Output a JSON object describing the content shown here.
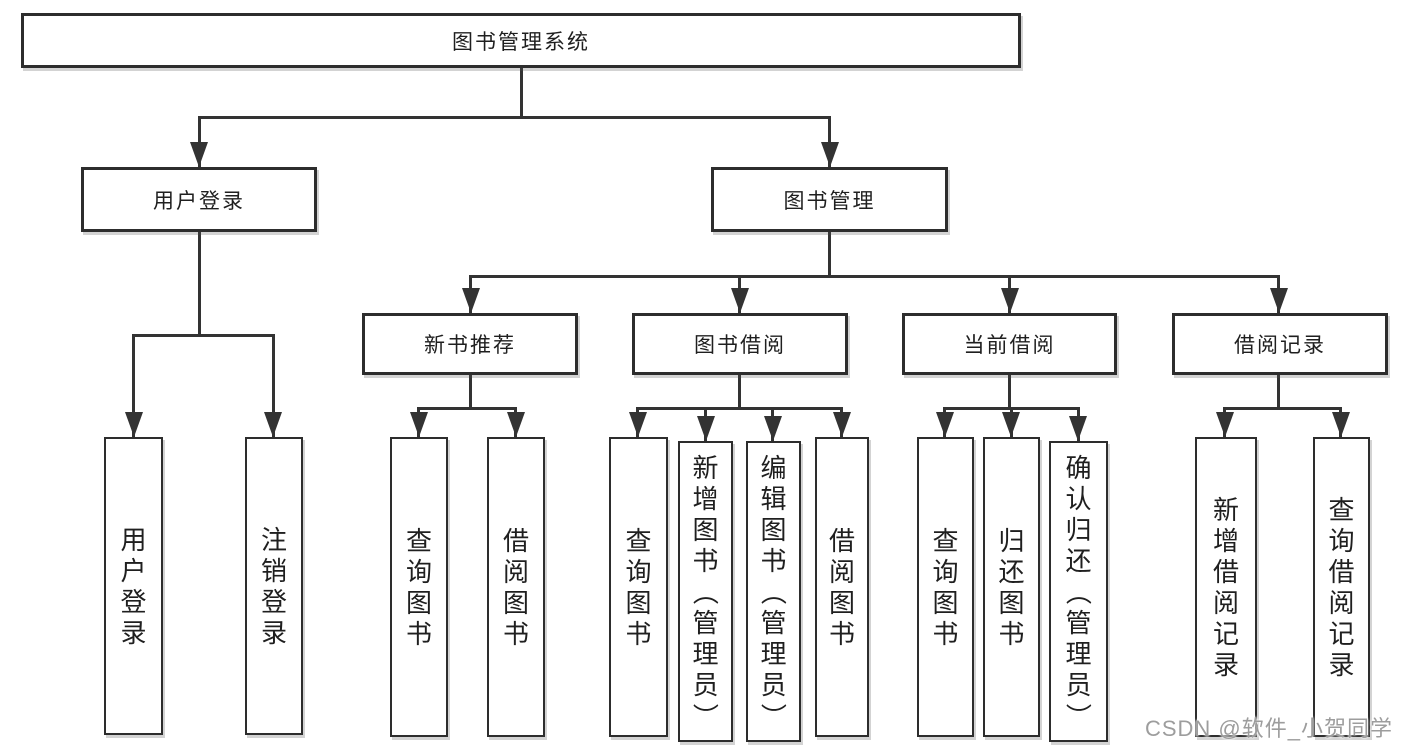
{
  "diagram_title": "图书管理系统",
  "watermark": {
    "text": "CSDN @软件_小贺同学"
  },
  "colors": {
    "line": "#333333",
    "box_border": "#2d2d2d",
    "text": "#1f1f1f",
    "background": "#ffffff",
    "watermark": "#9d9d9d"
  },
  "nodes": {
    "root": {
      "label": "图书管理系统"
    },
    "user_login": {
      "label": "用户登录"
    },
    "book_mgmt": {
      "label": "图书管理"
    },
    "new_book_rec": {
      "label": "新书推荐"
    },
    "book_borrow": {
      "label": "图书借阅"
    },
    "current_borrow": {
      "label": "当前借阅"
    },
    "borrow_records": {
      "label": "借阅记录"
    },
    "leaf_user_login": {
      "label": "用户登录"
    },
    "leaf_logout": {
      "label": "注销登录"
    },
    "leaf_rec_query_books": {
      "label": "查询图书"
    },
    "leaf_rec_borrow_books": {
      "label": "借阅图书"
    },
    "leaf_bb_query_books": {
      "label": "查询图书"
    },
    "leaf_bb_add_books": {
      "label": "新增图书（管理员）"
    },
    "leaf_bb_edit_books": {
      "label": "编辑图书（管理员）"
    },
    "leaf_bb_borrow_books": {
      "label": "借阅图书"
    },
    "leaf_cb_query_books": {
      "label": "查询图书"
    },
    "leaf_cb_return_books": {
      "label": "归还图书"
    },
    "leaf_cb_confirm_return": {
      "label": "确认归还（管理员）"
    },
    "leaf_br_add_record": {
      "label": "新增借阅记录"
    },
    "leaf_br_query_record": {
      "label": "查询借阅记录"
    }
  },
  "hierarchy": {
    "图书管理系统": [
      "用户登录",
      "图书管理"
    ],
    "用户登录": [
      "用户登录",
      "注销登录"
    ],
    "图书管理": [
      "新书推荐",
      "图书借阅",
      "当前借阅",
      "借阅记录"
    ],
    "新书推荐": [
      "查询图书",
      "借阅图书"
    ],
    "图书借阅": [
      "查询图书",
      "新增图书（管理员）",
      "编辑图书（管理员）",
      "借阅图书"
    ],
    "当前借阅": [
      "查询图书",
      "归还图书",
      "确认归还（管理员）"
    ],
    "借阅记录": [
      "新增借阅记录",
      "查询借阅记录"
    ]
  }
}
